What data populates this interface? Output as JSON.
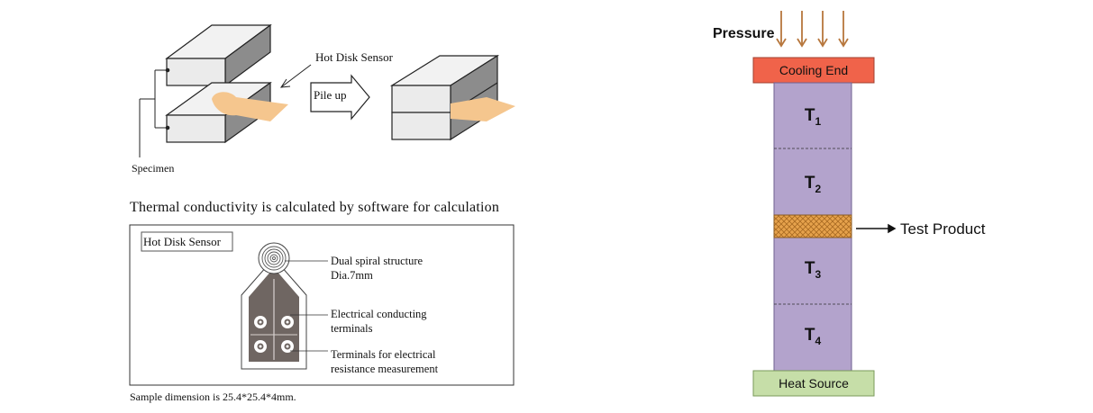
{
  "left": {
    "hot_disk_sensor_label": "Hot Disk Sensor",
    "pile_up_label": "Pile up",
    "specimen_label": "Specimen",
    "thermal_text": "Thermal conductivity is calculated by software for calculation",
    "box_title": "Hot Disk Sensor",
    "dual_spiral_line1": "Dual spiral structure",
    "dual_spiral_line2": "Dia.7mm",
    "electrical_line1": "Electrical conducting",
    "electrical_line2": "terminals",
    "terminals_line1": "Terminals for electrical",
    "terminals_line2": "resistance measurement",
    "sample_dimension": "Sample dimension is 25.4*25.4*4mm."
  },
  "right": {
    "pressure_label": "Pressure",
    "cooling_end_label": "Cooling End",
    "heat_source_label": "Heat Source",
    "test_product_label": "Test Product",
    "t1": "T",
    "t1_sub": "1",
    "t2": "T",
    "t2_sub": "2",
    "t3": "T",
    "t3_sub": "3",
    "t4": "T",
    "t4_sub": "4"
  },
  "colors": {
    "block_front": "#ebebeb",
    "block_side": "#8c8c8c",
    "sensor_tan": "#f5c68e",
    "arrow_brown": "#b7773d",
    "cooling_red": "#f0634a",
    "heat_green": "#c6dea8",
    "column_purple": "#b3a3cc",
    "test_product_orange": "#e6a24c",
    "sensor_grey": "#6f6662"
  }
}
